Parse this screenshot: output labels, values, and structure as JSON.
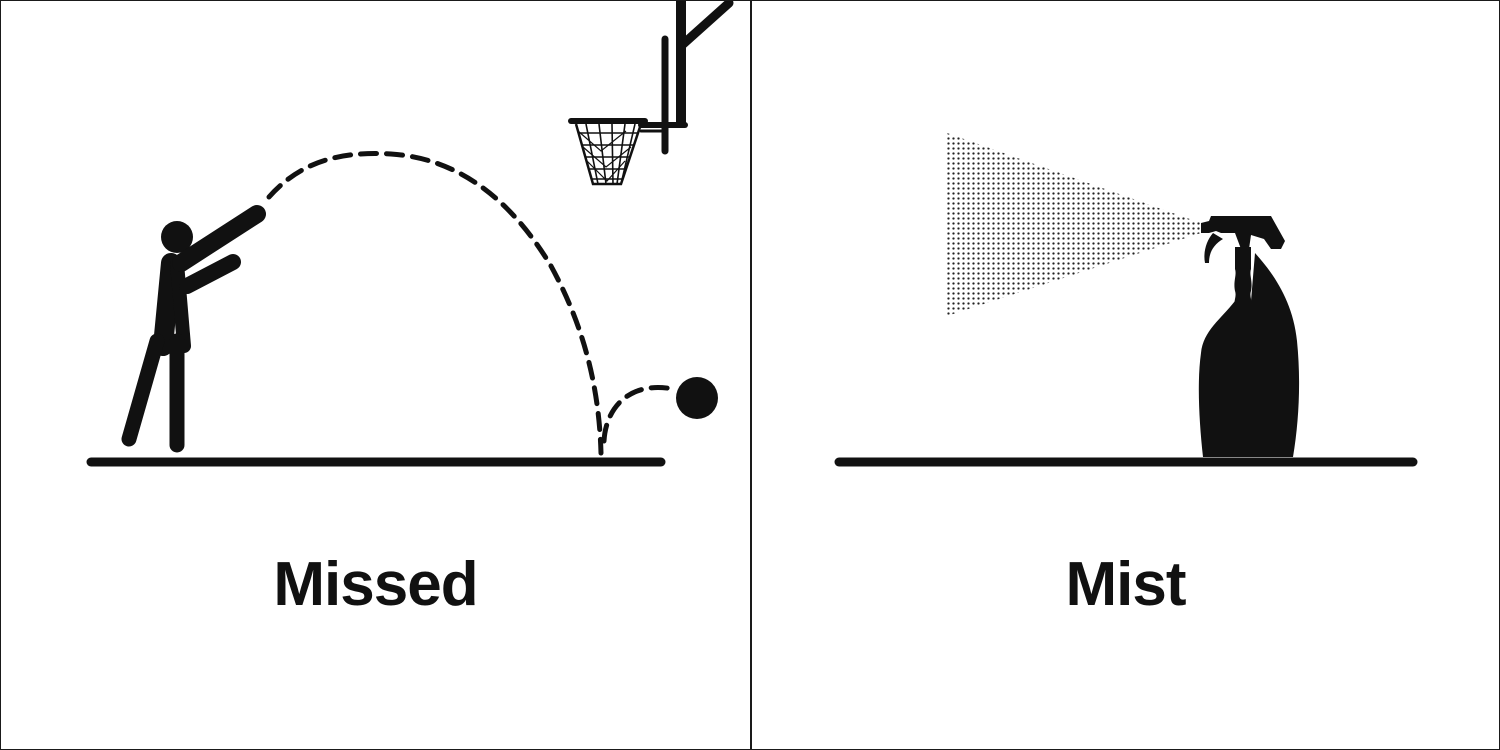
{
  "panels": [
    {
      "caption": "Missed",
      "illustration": "basketball-missed-shot"
    },
    {
      "caption": "Mist",
      "illustration": "spray-bottle-mist"
    }
  ],
  "colors": {
    "ink": "#111111",
    "background": "#ffffff",
    "mist": "#8a8a8a"
  }
}
